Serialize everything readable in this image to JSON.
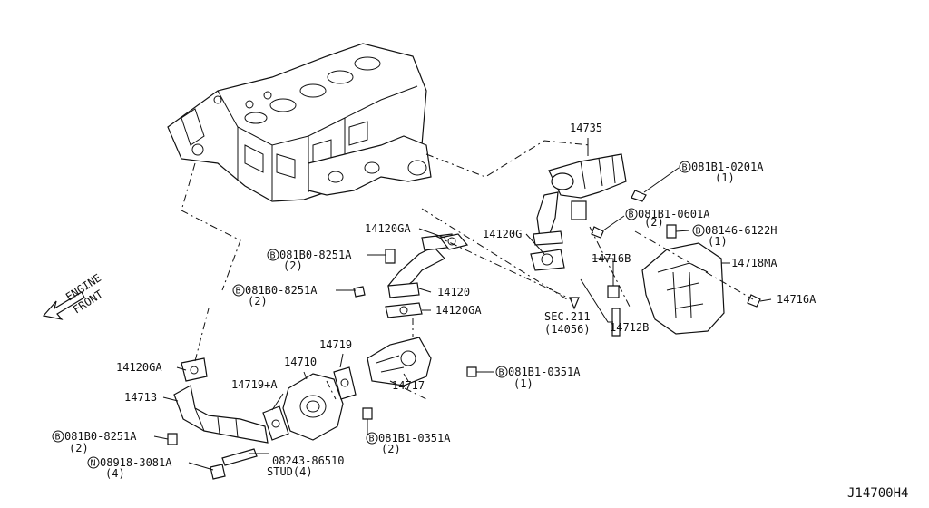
{
  "diagram_code": "J14700H4",
  "front_indicator": [
    "ENGINE",
    "FRONT"
  ],
  "labels": {
    "p14735": "14735",
    "p081B1_0201A": "081B1-0201A",
    "q081B1_0201A": "(1)",
    "p081B1_0601A": "081B1-0601A",
    "q081B1_0601A": "(2)",
    "p08146_6122H": "08146-6122H",
    "q08146_6122H": "(1)",
    "p14718MA": "14718MA",
    "p14716A": "14716A",
    "p14716B": "14716B",
    "p14712B": "14712B",
    "sec211": "SEC.211",
    "sec211_ref": "(14056)",
    "p14120G": "14120G",
    "p14120GA_top": "14120GA",
    "p081B0_8251A_a": "081B0-8251A",
    "q081B0_8251A_a": "(2)",
    "p081B0_8251A_b": "081B0-8251A",
    "q081B0_8251A_b": "(2)",
    "p14120": "14120",
    "p14120GA_mid": "14120GA",
    "p14719": "14719",
    "p14710": "14710",
    "p14719A": "14719+A",
    "p14717": "14717",
    "p081B1_0351A_a": "081B1-0351A",
    "q081B1_0351A_a": "(1)",
    "p081B1_0351A_b": "081B1-0351A",
    "q081B1_0351A_b": "(2)",
    "p14120GA_left": "14120GA",
    "p14713": "14713",
    "p081B0_8251A_c": "081B0-8251A",
    "q081B0_8251A_c": "(2)",
    "p08918_3081A": "08918-3081A",
    "q08918_3081A": "(4)",
    "p08243_86510": "08243-86510",
    "stud": "STUD(4)"
  },
  "markers": {
    "bolt": "B",
    "nut": "N"
  }
}
